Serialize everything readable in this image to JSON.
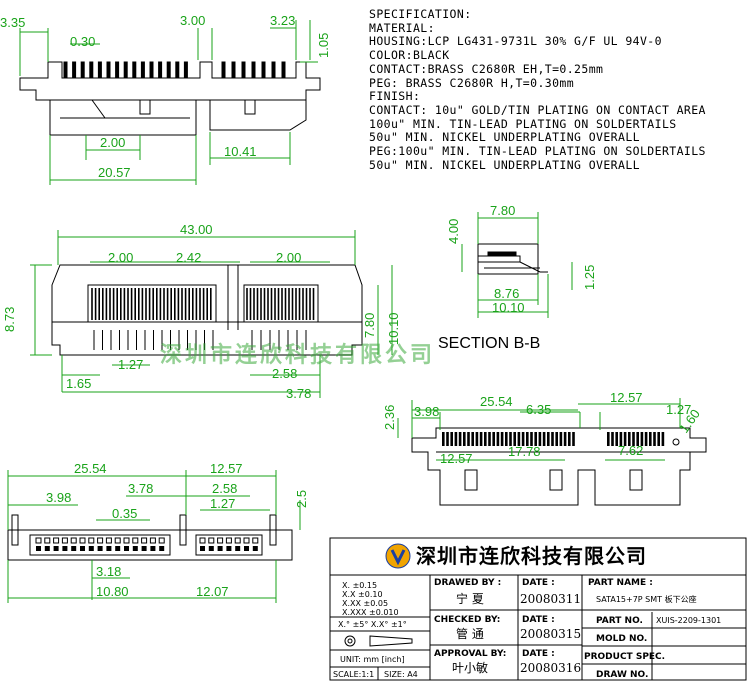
{
  "spec": {
    "lines": [
      "SPECIFICATION:",
      "MATERIAL:",
      "HOUSING:LCP LG431-9731L 30% G/F UL 94V-0",
      "COLOR:BLACK",
      "CONTACT:BRASS C2680R EH,T=0.25mm",
      "PEG: BRASS C2680R H,T=0.30mm",
      "FINISH:",
      "CONTACT: 10u\" GOLD/TIN PLATING ON CONTACT AREA",
      "100u\" MIN. TIN-LEAD PLATING ON SOLDERTAILS",
      "50u\" MIN. NICKEL UNDERPLATING OVERALL",
      "PEG:100u\" MIN. TIN-LEAD PLATING ON SOLDERTAILS",
      "50u\" MIN. NICKEL UNDERPLATING OVERALL"
    ]
  },
  "dims": {
    "top_view": [
      "3.35",
      "3.00",
      "3.23",
      "0.30",
      "1.05",
      "2.00",
      "10.41",
      "20.57"
    ],
    "front_view": [
      "43.00",
      "2.00",
      "2.42",
      "2.00",
      "8.73",
      "7.80",
      "10.10",
      "1.27",
      "2.58",
      "1.65",
      "3.78"
    ],
    "section_view": [
      "7.80",
      "4.00",
      "8.76",
      "10.10",
      "1.25"
    ],
    "right_view": [
      "25.54",
      "12.57",
      "3.98",
      "6.35",
      "1.27",
      "2.36",
      "1.60",
      "17.78",
      "12.57",
      "7.62"
    ],
    "bottom_view": [
      "25.54",
      "12.57",
      "3.98",
      "3.78",
      "2.58",
      "2.5",
      "0.35",
      "1.27",
      "3.18",
      "10.80",
      "12.07"
    ]
  },
  "section_label": "SECTION B-B",
  "watermark": "深圳市连欣科技有限公司",
  "title_block": {
    "company": "深圳市连欣科技有限公司",
    "tolerances": [
      "X.  ±0.15",
      "X.X  ±0.10",
      "X.XX  ±0.05",
      "X.XXX ±0.010",
      "X.° ±5°   X.X° ±1°"
    ],
    "unit": "UNIT: mm [inch]",
    "scale": "SCALE:1:1",
    "size": "SIZE: A4",
    "drawn_by_label": "DRAWED BY :",
    "drawn_by": "宁 夏",
    "checked_by_label": "CHECKED BY:",
    "checked_by": "管 通",
    "approval_label": "APPROVAL BY:",
    "approval_by": "叶小敏",
    "date_label": "DATE :",
    "date1": "20080311",
    "date2": "20080315",
    "date3": "20080316",
    "part_name_label": "PART NAME :",
    "part_name": "SATA15+7P SMT 板下公座",
    "part_no_label": "PART NO.",
    "part_no": "XUIS-2209-1301",
    "mold_no_label": "MOLD NO.",
    "product_spec_label": "PRODUCT SPEC.",
    "draw_no_label": "DRAW NO."
  }
}
